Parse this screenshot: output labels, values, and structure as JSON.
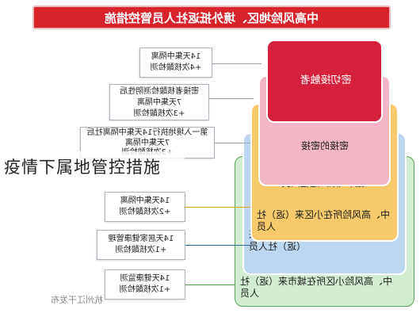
{
  "caption": "疫情下属地管控措施",
  "title": "中高风险地区、境外抵返社人员管控措施",
  "layers": [
    {
      "text": "密切接触者"
    },
    {
      "text": "密接的密接"
    },
    {
      "text": "境外（来）返社人员"
    },
    {
      "text": "中、高风险所在小区来（返）社人员"
    },
    {
      "text": "中、高风险所在县（市、区）来（返）社人员"
    },
    {
      "text": "中、高风险小区所在城市来（返）社人员"
    }
  ],
  "boxes": [
    {
      "lines": [
        "14天集中隔离",
        "+4次核酸检测"
      ]
    },
    {
      "lines": [
        "密接者核酸检测阴性后",
        "7天集中隔离",
        "+3次核酸检测"
      ]
    },
    {
      "lines": [
        "第一入境地执行14天集中隔离社后",
        "7天集中隔离",
        "+3次核酸检测"
      ]
    },
    {
      "lines": [
        "14天集中隔离",
        "+2次核酸检测"
      ]
    },
    {
      "lines": [
        "14天居家健康管理",
        "+1次核酸检测"
      ]
    },
    {
      "lines": [
        "14天健康监测",
        "+1次核酸检测"
      ]
    }
  ],
  "watermark": "杭州江干发布",
  "colors": {
    "title": "#d8232a",
    "red": "#d61f3b",
    "pink": "#f4b6c6",
    "yellow": "#f7c96a",
    "blue": "#bcd7ef",
    "green": "#d2ecd1"
  }
}
